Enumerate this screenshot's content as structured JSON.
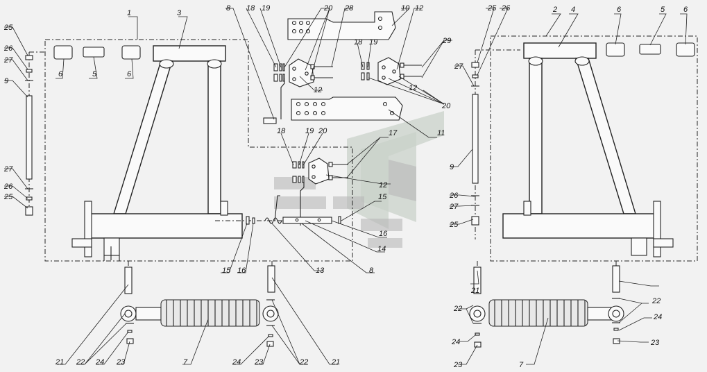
{
  "callouts": {
    "c1": "1",
    "c2": "2",
    "c3": "3",
    "c4": "4",
    "c5a": "5",
    "c5b": "5",
    "c6a": "6",
    "c6b": "6",
    "c6c": "6",
    "c6d": "6",
    "c7a": "7",
    "c7b": "7",
    "c8a": "8",
    "c8b": "8",
    "c9a": "9",
    "c9b": "9",
    "c10": "10",
    "c11": "11",
    "c12a": "12",
    "c12b": "12",
    "c12c": "12",
    "c12d": "12",
    "c13": "13",
    "c14": "14",
    "c15a": "15",
    "c15b": "15",
    "c16a": "16",
    "c16b": "16",
    "c17": "17",
    "c18a": "18",
    "c18b": "18",
    "c18c": "18",
    "c19a": "19",
    "c19b": "19",
    "c19c": "19",
    "c20a": "20",
    "c20b": "20",
    "c20c": "20",
    "c21a": "21",
    "c21b": "21",
    "c21c": "21",
    "c22a": "22",
    "c22b": "22",
    "c22c": "22",
    "c22d": "22",
    "c23a": "23",
    "c23b": "23",
    "c23c": "23",
    "c23d": "23",
    "c24a": "24",
    "c24b": "24",
    "c24c": "24",
    "c24d": "24",
    "c25a": "25",
    "c25b": "25",
    "c25c": "25",
    "c25d": "25",
    "c26a": "26",
    "c26b": "26",
    "c26c": "26",
    "c26d": "26",
    "c27a": "27",
    "c27b": "27",
    "c27c": "27",
    "c27d": "27",
    "c28": "28",
    "c29": "29"
  },
  "colors": {
    "line": "#222222",
    "background": "#f2f2f2",
    "watermark": "#c9d2c9"
  }
}
